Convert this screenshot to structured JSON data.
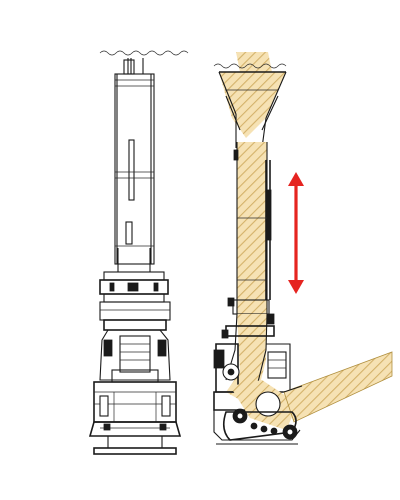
{
  "colors": {
    "background": "#ffffff",
    "line": "#1a1a1a",
    "material_fill": "#f6e2b4",
    "material_hatch": "#d4b26a",
    "arrow": "#e52420"
  },
  "icons": {
    "arrow": "double-headed-vertical-arrow"
  },
  "views": [
    "retracted-side-view",
    "extended-section-view"
  ]
}
